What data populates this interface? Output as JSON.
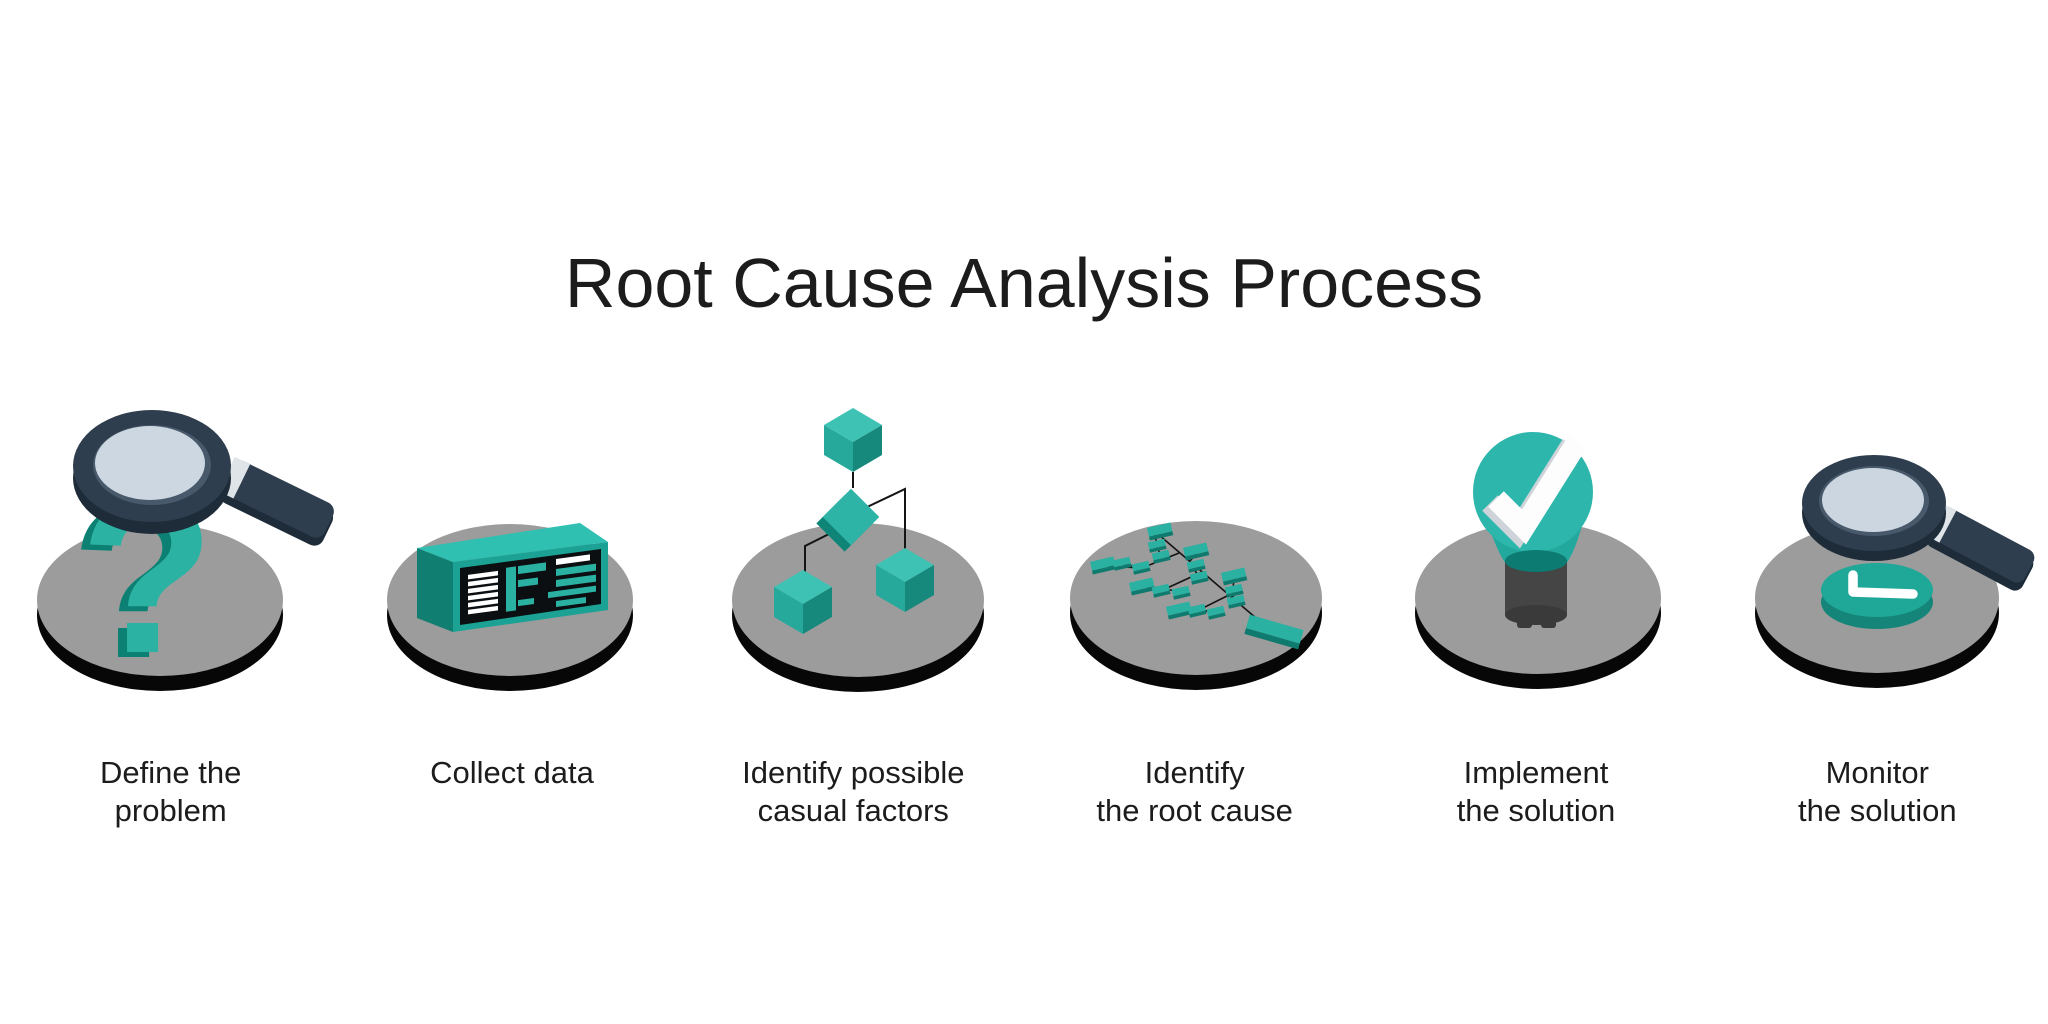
{
  "title": "Root Cause Analysis Process",
  "steps": [
    {
      "label": "Define the\nproblem",
      "icon": "magnifier-question"
    },
    {
      "label": "Collect data",
      "icon": "data-board"
    },
    {
      "label": "Identify possible\ncasual factors",
      "icon": "factor-tree"
    },
    {
      "label": "Identify\nthe root cause",
      "icon": "root-branches"
    },
    {
      "label": "Implement\nthe solution",
      "icon": "lightbulb-check"
    },
    {
      "label": "Monitor\nthe solution",
      "icon": "magnifier-clock"
    }
  ],
  "colors": {
    "teal": "#2ab1a2",
    "teal_bright": "#2fc0b1",
    "teal_dark": "#0f7b6e",
    "navy": "#2e3e4e",
    "navy_dark": "#1e2c39",
    "lens": "#ccd7e1",
    "platform_gray": "#9c9c9c",
    "platform_shadow": "#070707",
    "text": "#1c1c1c"
  }
}
